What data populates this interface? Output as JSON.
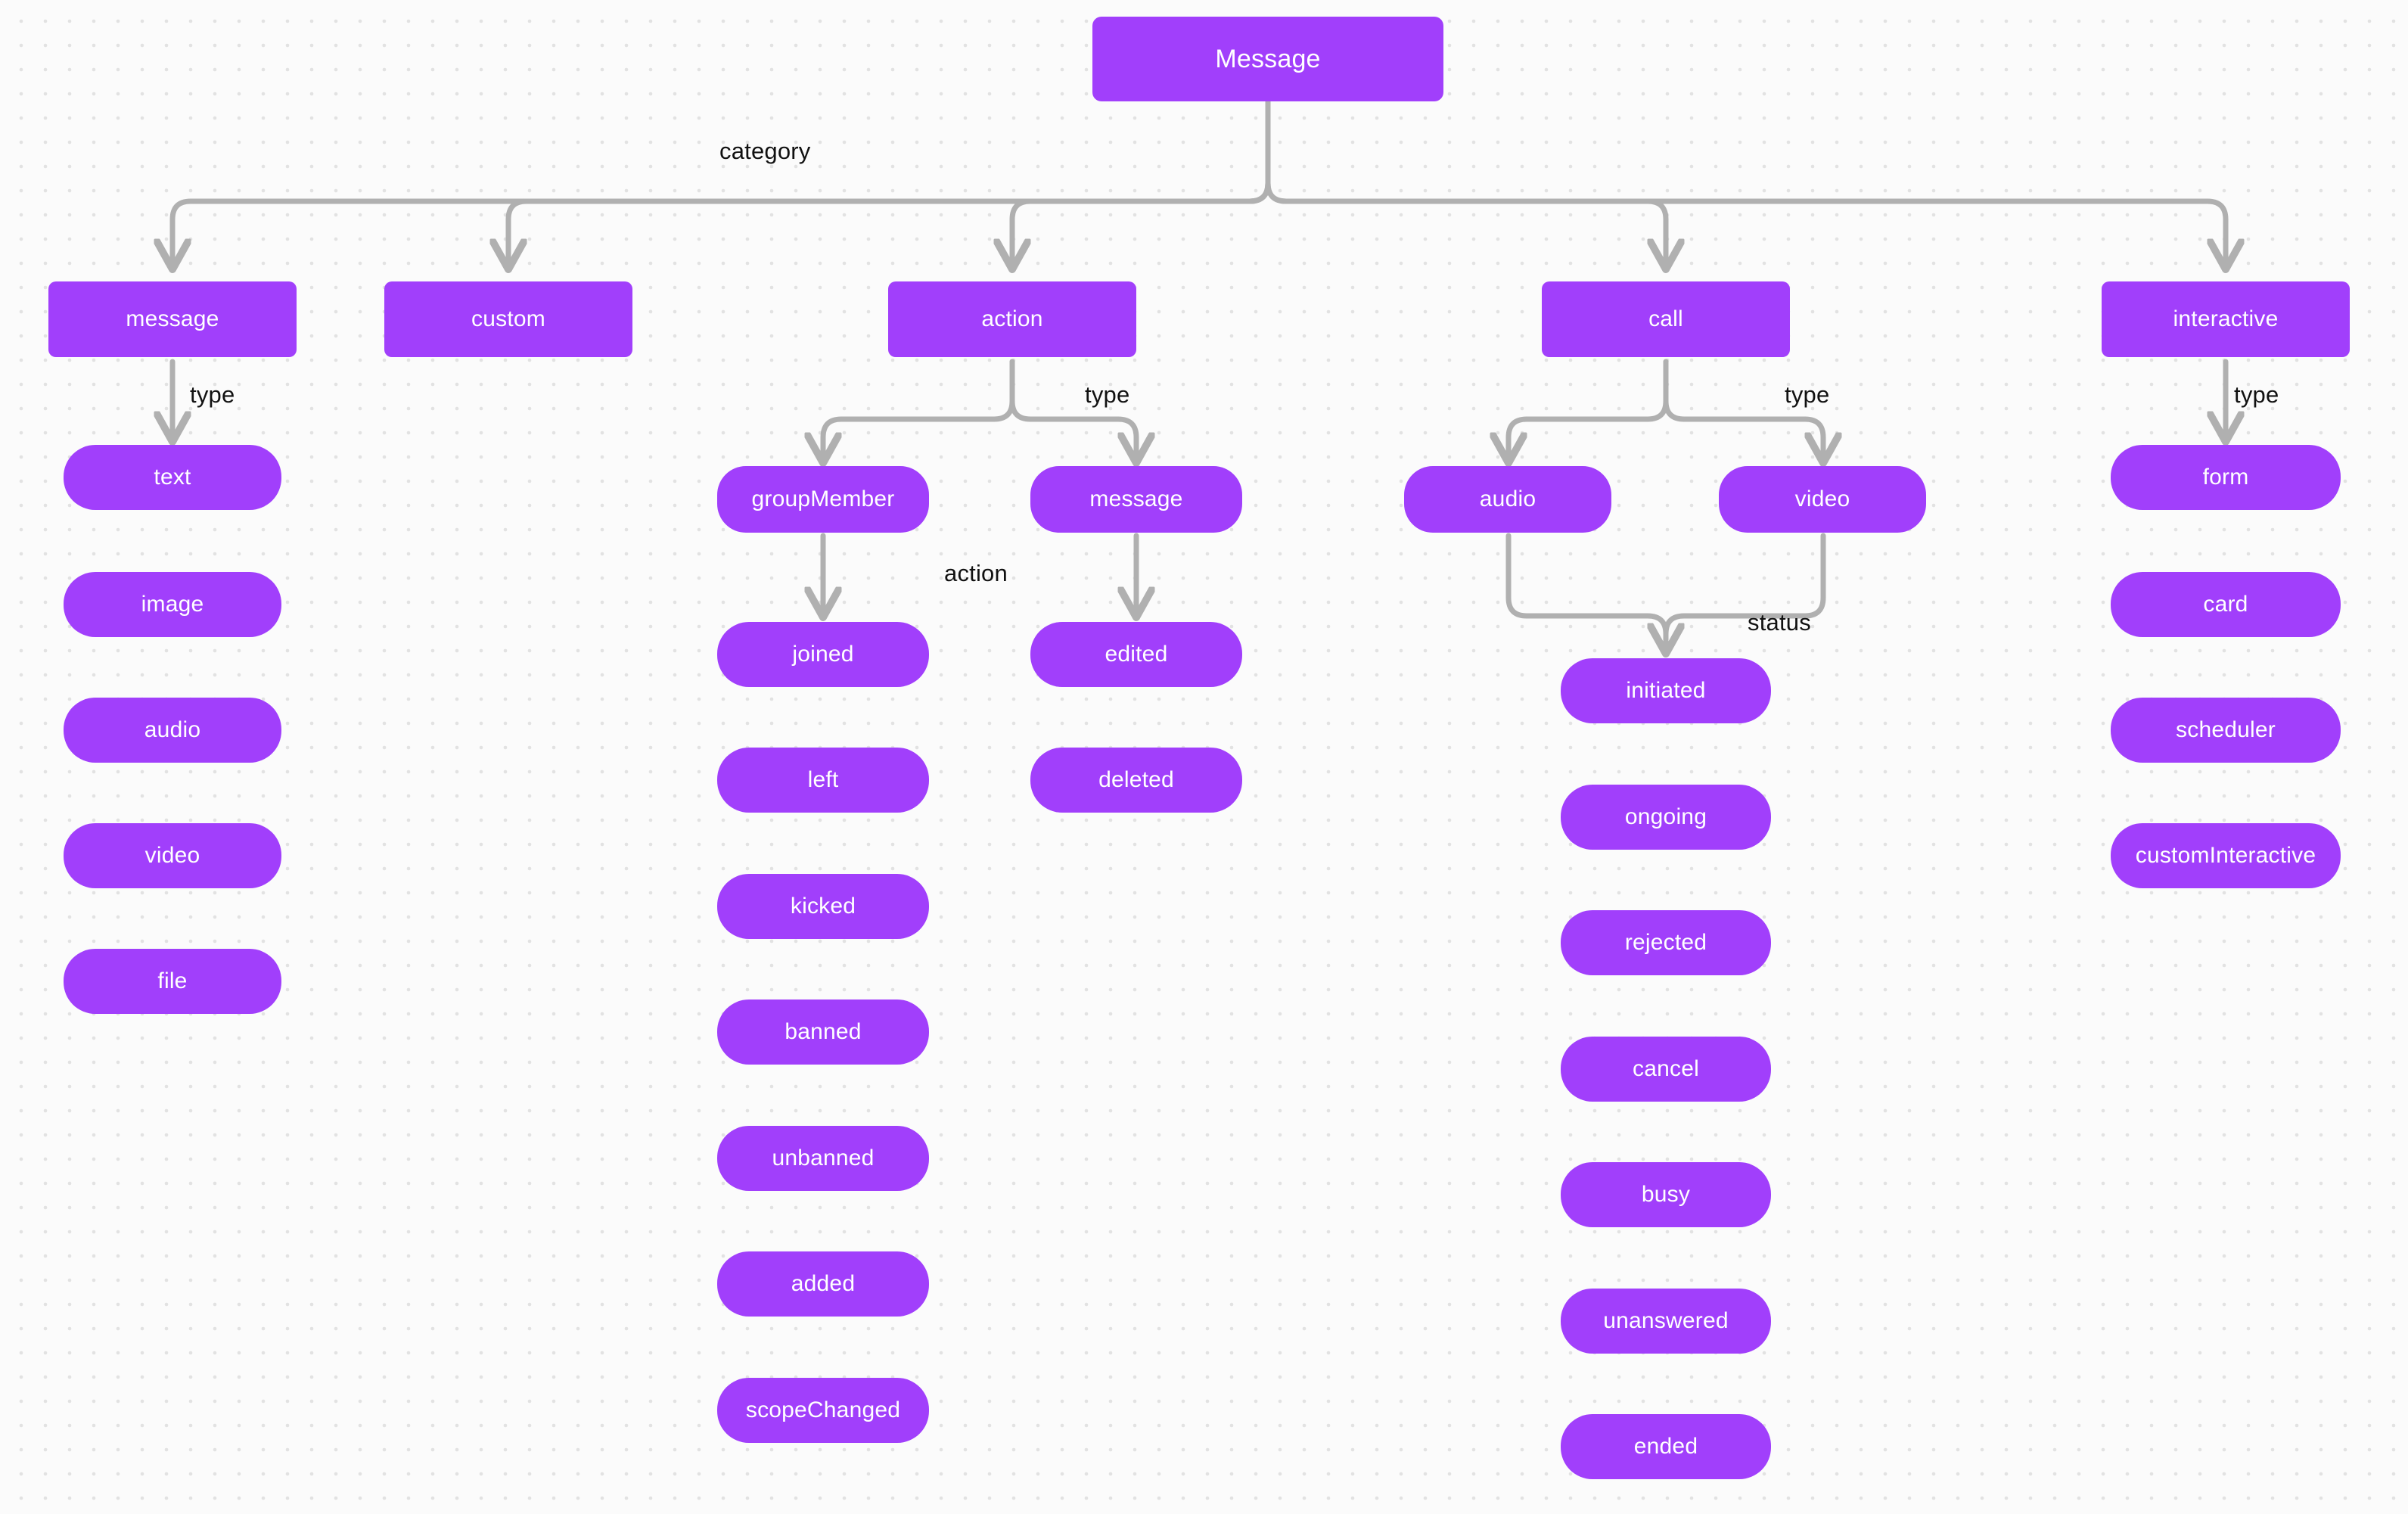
{
  "diagram": {
    "type": "tree",
    "title": "Message",
    "accent_color": "#a13ffb",
    "edge_color": "#b0b0b0",
    "label_color": "#111111",
    "background_color": "#fbfbfb",
    "root": {
      "label": "Message"
    },
    "edge_labels": {
      "category": "category",
      "type": "type",
      "action": "action",
      "status": "status"
    },
    "categories": [
      {
        "id": "message",
        "label": "message"
      },
      {
        "id": "custom",
        "label": "custom"
      },
      {
        "id": "action",
        "label": "action"
      },
      {
        "id": "call",
        "label": "call"
      },
      {
        "id": "interactive",
        "label": "interactive"
      }
    ],
    "message_types": [
      {
        "label": "text"
      },
      {
        "label": "image"
      },
      {
        "label": "audio"
      },
      {
        "label": "video"
      },
      {
        "label": "file"
      }
    ],
    "action_types": [
      {
        "label": "groupMember"
      },
      {
        "label": "message"
      }
    ],
    "group_member_actions": [
      {
        "label": "joined"
      },
      {
        "label": "left"
      },
      {
        "label": "kicked"
      },
      {
        "label": "banned"
      },
      {
        "label": "unbanned"
      },
      {
        "label": "added"
      },
      {
        "label": "scopeChanged"
      }
    ],
    "message_actions": [
      {
        "label": "edited"
      },
      {
        "label": "deleted"
      }
    ],
    "call_types": [
      {
        "label": "audio"
      },
      {
        "label": "video"
      }
    ],
    "call_statuses": [
      {
        "label": "initiated"
      },
      {
        "label": "ongoing"
      },
      {
        "label": "rejected"
      },
      {
        "label": "cancel"
      },
      {
        "label": "busy"
      },
      {
        "label": "unanswered"
      },
      {
        "label": "ended"
      }
    ],
    "interactive_types": [
      {
        "label": "form"
      },
      {
        "label": "card"
      },
      {
        "label": "scheduler"
      },
      {
        "label": "customInteractive"
      }
    ]
  }
}
